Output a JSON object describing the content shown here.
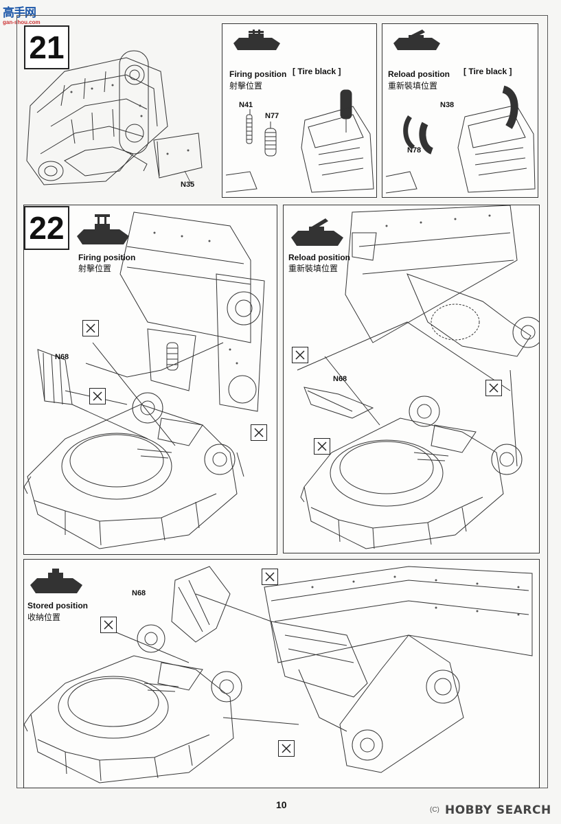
{
  "watermark_top": {
    "logo_cn": "高手网",
    "site": "gan-shou.com"
  },
  "step21": {
    "number": "21",
    "part_left": "N35",
    "firing": {
      "label": "Firing position",
      "label_cn": "射擊位置",
      "paint": "[ Tire black ]",
      "parts": [
        "N41",
        "N77"
      ]
    },
    "reload": {
      "label": "Reload position",
      "label_cn": "重新裝填位置",
      "paint": "[ Tire black ]",
      "parts": [
        "N38",
        "N78"
      ]
    }
  },
  "step22": {
    "number": "22",
    "firing": {
      "label": "Firing position",
      "label_cn": "射擊位置",
      "part": "N68"
    },
    "reload": {
      "label": "Reload position",
      "label_cn": "重新裝填位置",
      "part": "N68"
    },
    "stored": {
      "label": "Stored position",
      "label_cn": "收納位置",
      "part": "N68"
    }
  },
  "footer": {
    "page_number": "10",
    "brand": "HOBBY SEARCH",
    "copyright": "(C)"
  }
}
